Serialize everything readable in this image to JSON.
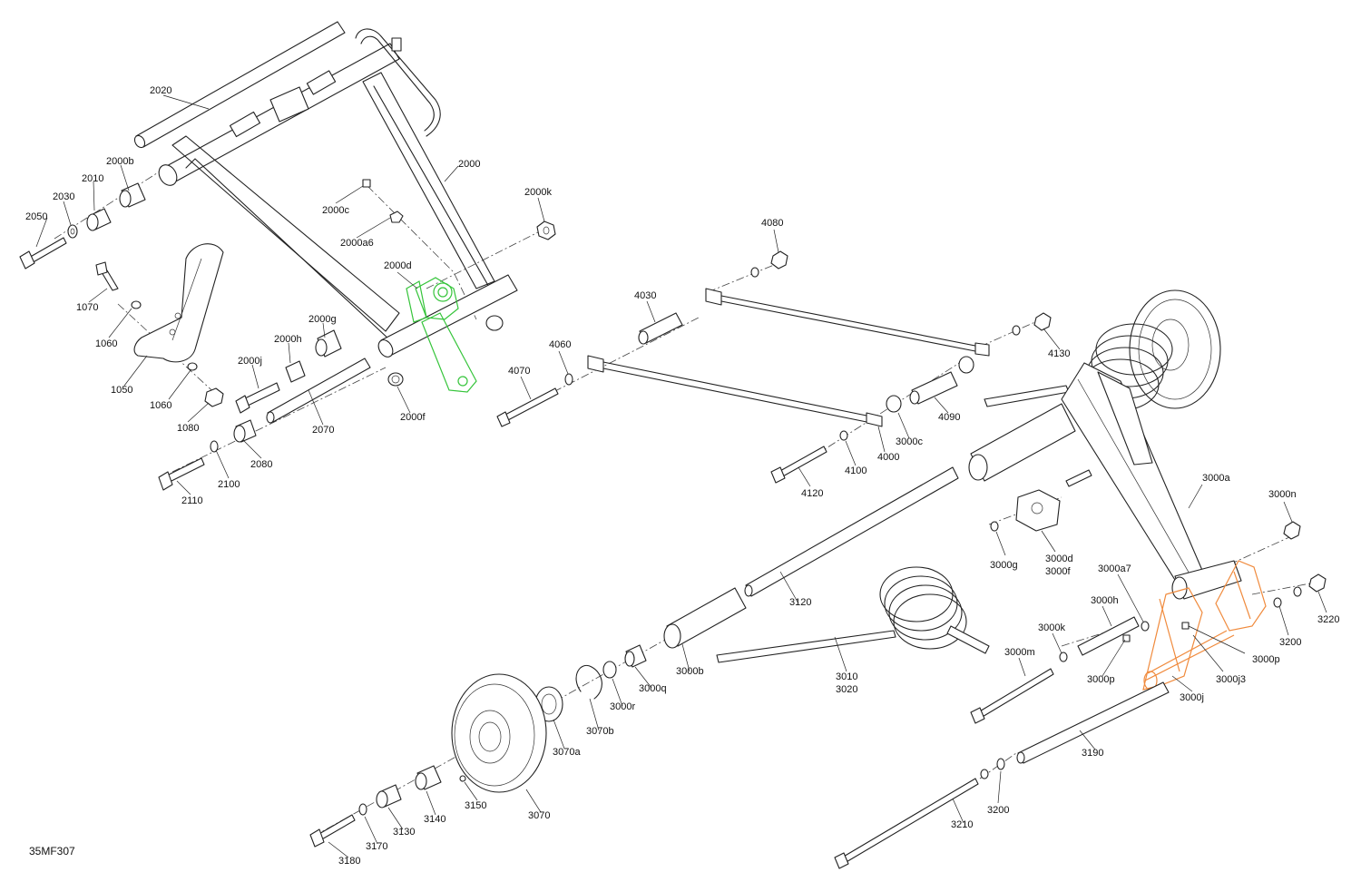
{
  "diagram_code": "35MF307",
  "colors": {
    "highlight_green": "#35c43a",
    "highlight_orange": "#f08a3c",
    "line": "#222222"
  },
  "labels": {
    "l2020": "2020",
    "l2000b": "2000b",
    "l2010": "2010",
    "l2030": "2030",
    "l2050": "2050",
    "l2000": "2000",
    "l2000c": "2000c",
    "l2000a6": "2000a6",
    "l2000k": "2000k",
    "l2000d": "2000d",
    "l2000g": "2000g",
    "l2000h": "2000h",
    "l2000j": "2000j",
    "l2000f": "2000f",
    "l2070": "2070",
    "l2080": "2080",
    "l2100": "2100",
    "l2110": "2110",
    "l1070": "1070",
    "l1060a": "1060",
    "l1050": "1050",
    "l1060b": "1060",
    "l1080": "1080",
    "l4080": "4080",
    "l4030": "4030",
    "l4060": "4060",
    "l4070": "4070",
    "l4130": "4130",
    "l4090": "4090",
    "l3000c": "3000c",
    "l4000": "4000",
    "l4100": "4100",
    "l4120": "4120",
    "l3000a": "3000a",
    "l3000n": "3000n",
    "l3000g": "3000g",
    "l3000d": "3000d",
    "l3000f": "3000f",
    "l3000a7": "3000a7",
    "l3220": "3220",
    "l3200a": "3200",
    "l3000h": "3000h",
    "l3000k": "3000k",
    "l3000p1": "3000p",
    "l3000p2": "3000p",
    "l3000j3": "3000j3",
    "l3000j": "3000j",
    "l3000m": "3000m",
    "l3120": "3120",
    "l3010": "3010",
    "l3020": "3020",
    "l3000b": "3000b",
    "l3000q": "3000q",
    "l3000r": "3000r",
    "l3070b": "3070b",
    "l3070a": "3070a",
    "l3070": "3070",
    "l3190": "3190",
    "l3200b": "3200",
    "l3210": "3210",
    "l3150": "3150",
    "l3140": "3140",
    "l3130": "3130",
    "l3170": "3170",
    "l3180": "3180"
  }
}
